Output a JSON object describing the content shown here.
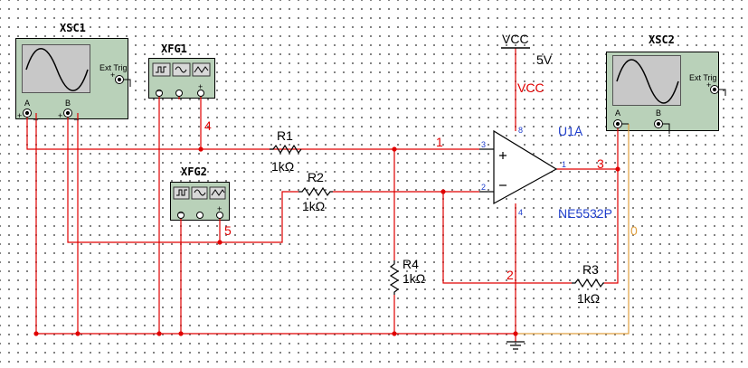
{
  "instruments": {
    "xsc1": {
      "name": "XSC1",
      "ext_trig": "Ext Trig",
      "channel_a": "A",
      "channel_b": "B"
    },
    "xsc2": {
      "name": "XSC2",
      "ext_trig": "Ext Trig",
      "channel_a": "A",
      "channel_b": "B"
    },
    "xfg1": {
      "name": "XFG1"
    },
    "xfg2": {
      "name": "XFG2"
    }
  },
  "components": {
    "r1": {
      "ref": "R1",
      "value": "1kΩ"
    },
    "r2": {
      "ref": "R2",
      "value": "1kΩ"
    },
    "r3": {
      "ref": "R3",
      "value": "1kΩ"
    },
    "r4": {
      "ref": "R4",
      "value": "1kΩ"
    },
    "opamp": {
      "ref": "U1A",
      "part": "NE5532P",
      "pins": {
        "in_plus": "3",
        "in_minus": "2",
        "out": "1",
        "vcc": "8",
        "vee": "4"
      }
    },
    "vcc": {
      "label": "VCC",
      "voltage": "5V"
    }
  },
  "nets": {
    "n1": "1",
    "n2": "2",
    "n3": "3",
    "n4": "4",
    "n5": "5",
    "n0": "0",
    "vcc": "VCC"
  },
  "colors": {
    "wire": "#e00000",
    "ground_wire": "#e0a040",
    "instrument_body": "#b9d1b9",
    "label_blue": "#1e3ecc"
  }
}
